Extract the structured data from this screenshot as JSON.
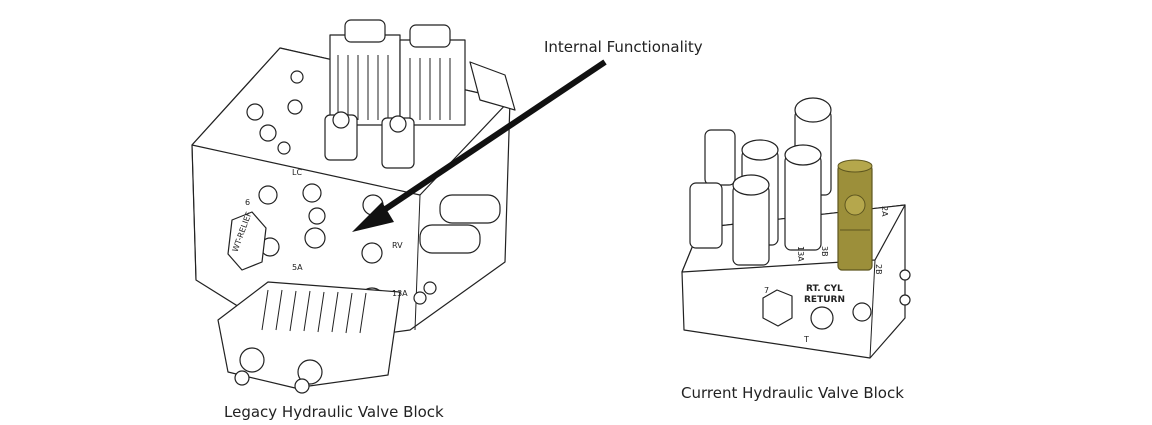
{
  "captions": {
    "legacy": "Legacy Hydraulic Valve Block",
    "current": "Current Hydraulic Valve Block",
    "arrow": "Internal Functionality"
  },
  "legacy_labels": {
    "lc": "LC",
    "port6": "6",
    "port5a": "5A",
    "rv": "RV",
    "port13a": "13A",
    "plug": "WT-RELIEF"
  },
  "current_labels": {
    "port7": "7",
    "rt_cyl": "RT. CYL",
    "return": "RETURN",
    "t": "T",
    "port2a": "2A",
    "port2b": "2B",
    "port13a": "13A",
    "port3b": "3B"
  },
  "colors": {
    "highlight_valve": "#9c8f3a",
    "outline": "#222222"
  }
}
